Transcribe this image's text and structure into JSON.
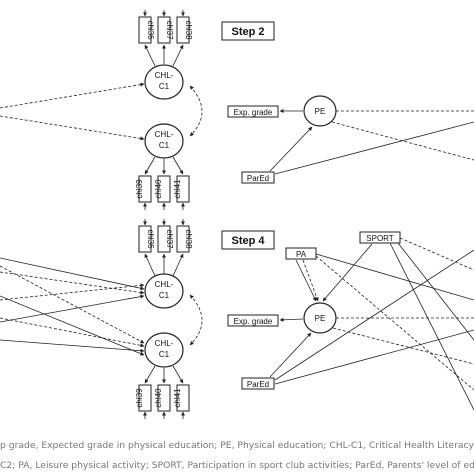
{
  "step2": {
    "title": "Step 2",
    "chl_top": "CHL-C1",
    "chl_bottom": "CHL-C1",
    "top_items": [
      "chl36",
      "chl37",
      "chl38"
    ],
    "bottom_items": [
      "chl39",
      "chl40",
      "chl41"
    ],
    "pe": "PE",
    "exp_grade": "Exp. grade",
    "pared": "ParEd"
  },
  "step4": {
    "title": "Step 4",
    "chl_top": "CHL-C1",
    "chl_bottom": "CHL-C1",
    "top_items": [
      "chl36",
      "chl37",
      "chl38"
    ],
    "bottom_items": [
      "chl39",
      "chl40",
      "chl41"
    ],
    "pe": "PE",
    "exp_grade": "Exp. grade",
    "pared": "ParEd",
    "pa": "PA",
    "sport": "SPORT"
  },
  "caption": {
    "line1": "p grade, Expected grade in physical education; PE, Physical education; CHL-C1, Critical Health Literacy sc",
    "line2": "C2; PA, Leisure physical activity; SPORT, Participation in sport club activities; ParEd, Parents' level of edu"
  }
}
